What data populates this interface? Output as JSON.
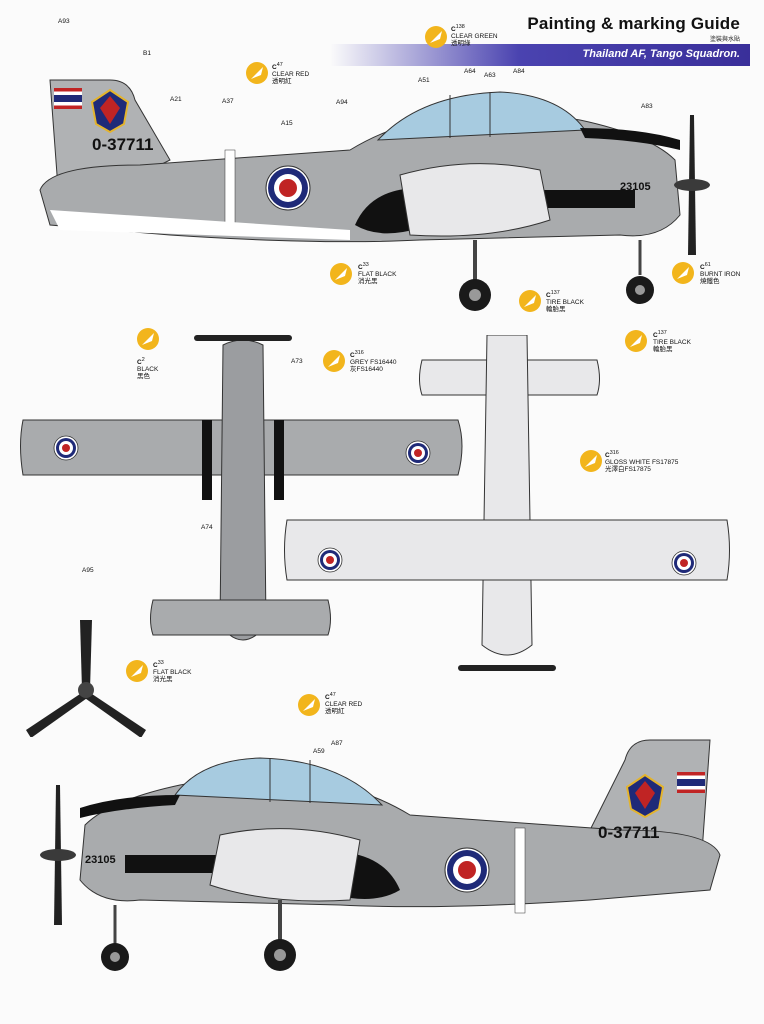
{
  "header": {
    "title": "Painting & marking Guide",
    "title_cn": "塗裝與水貼",
    "subtitle": "Thailand AF, Tango Squadron."
  },
  "paints": {
    "clear_green": {
      "code": "C",
      "num": "138",
      "name": "CLEAR GREEN",
      "cn": "透明綠"
    },
    "clear_red": {
      "code": "C",
      "num": "47",
      "name": "CLEAR RED",
      "cn": "透明紅"
    },
    "flat_black": {
      "code": "C",
      "num": "33",
      "name": "FLAT BLACK",
      "cn": "消光黑"
    },
    "tire_black": {
      "code": "C",
      "num": "137",
      "name": "TIRE BLACK",
      "cn": "輪胎黑"
    },
    "burnt_iron": {
      "code": "C",
      "num": "61",
      "name": "BURNT IRON",
      "cn": "燒鐵色"
    },
    "black": {
      "code": "C",
      "num": "2",
      "name": "BLACK",
      "cn": "黑色"
    },
    "grey": {
      "code": "C",
      "num": "316",
      "name": "GREY FS16440",
      "cn": "灰FS16440"
    },
    "gloss_white": {
      "code": "C",
      "num": "316",
      "name": "GLOSS WHITE FS17875",
      "cn": "光澤白FS17875"
    }
  },
  "markings": {
    "serial": "0-37711",
    "nose_number": "23105",
    "callouts": [
      "A93",
      "B1",
      "A21",
      "A37",
      "A15",
      "A94",
      "A51",
      "A64",
      "A63",
      "A84",
      "A83",
      "A73",
      "A74",
      "A95",
      "A59",
      "A87"
    ]
  }
}
